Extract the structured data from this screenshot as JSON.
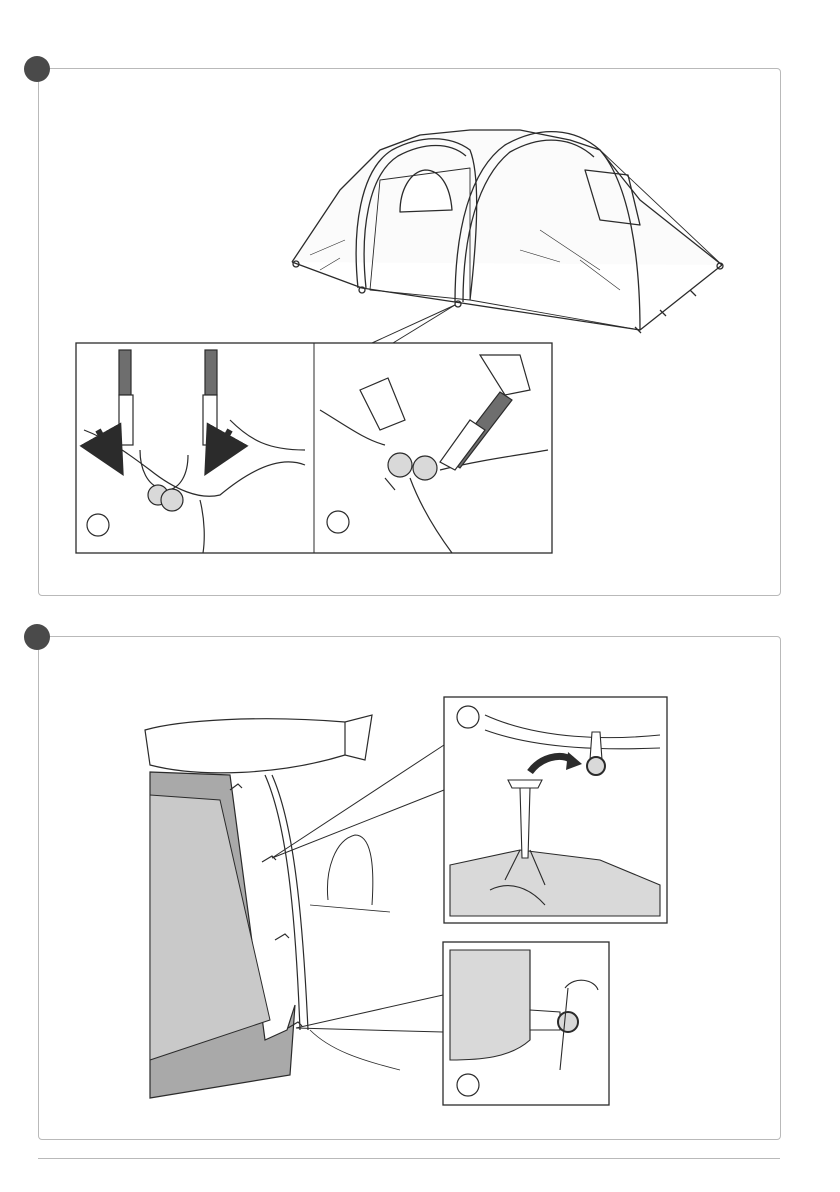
{
  "page": {
    "sections": [
      {
        "id": "step-1",
        "marker": "filled-circle",
        "content": "tent-overview-with-pole-end-detail"
      },
      {
        "id": "step-2",
        "marker": "filled-circle",
        "content": "vestibule-ring-and-peg-detail"
      }
    ],
    "sub_steps": [
      {
        "id": "1a",
        "marker": "empty-circle"
      },
      {
        "id": "1b",
        "marker": "empty-circle"
      },
      {
        "id": "2a",
        "marker": "empty-circle"
      },
      {
        "id": "2b",
        "marker": "empty-circle"
      }
    ],
    "colors": {
      "line": "#2b2b2b",
      "panel_border": "#b9b9b9",
      "fabric_grey": "#a9a9a9",
      "detail_grey": "#d9d9d9",
      "pole_dark": "#6e6e6e",
      "marker": "#4a4a4a"
    },
    "icons": [
      "tent-illustration",
      "pole-insertion-arrow",
      "ring-connector",
      "peg-hook",
      "rotate-arrow"
    ]
  }
}
